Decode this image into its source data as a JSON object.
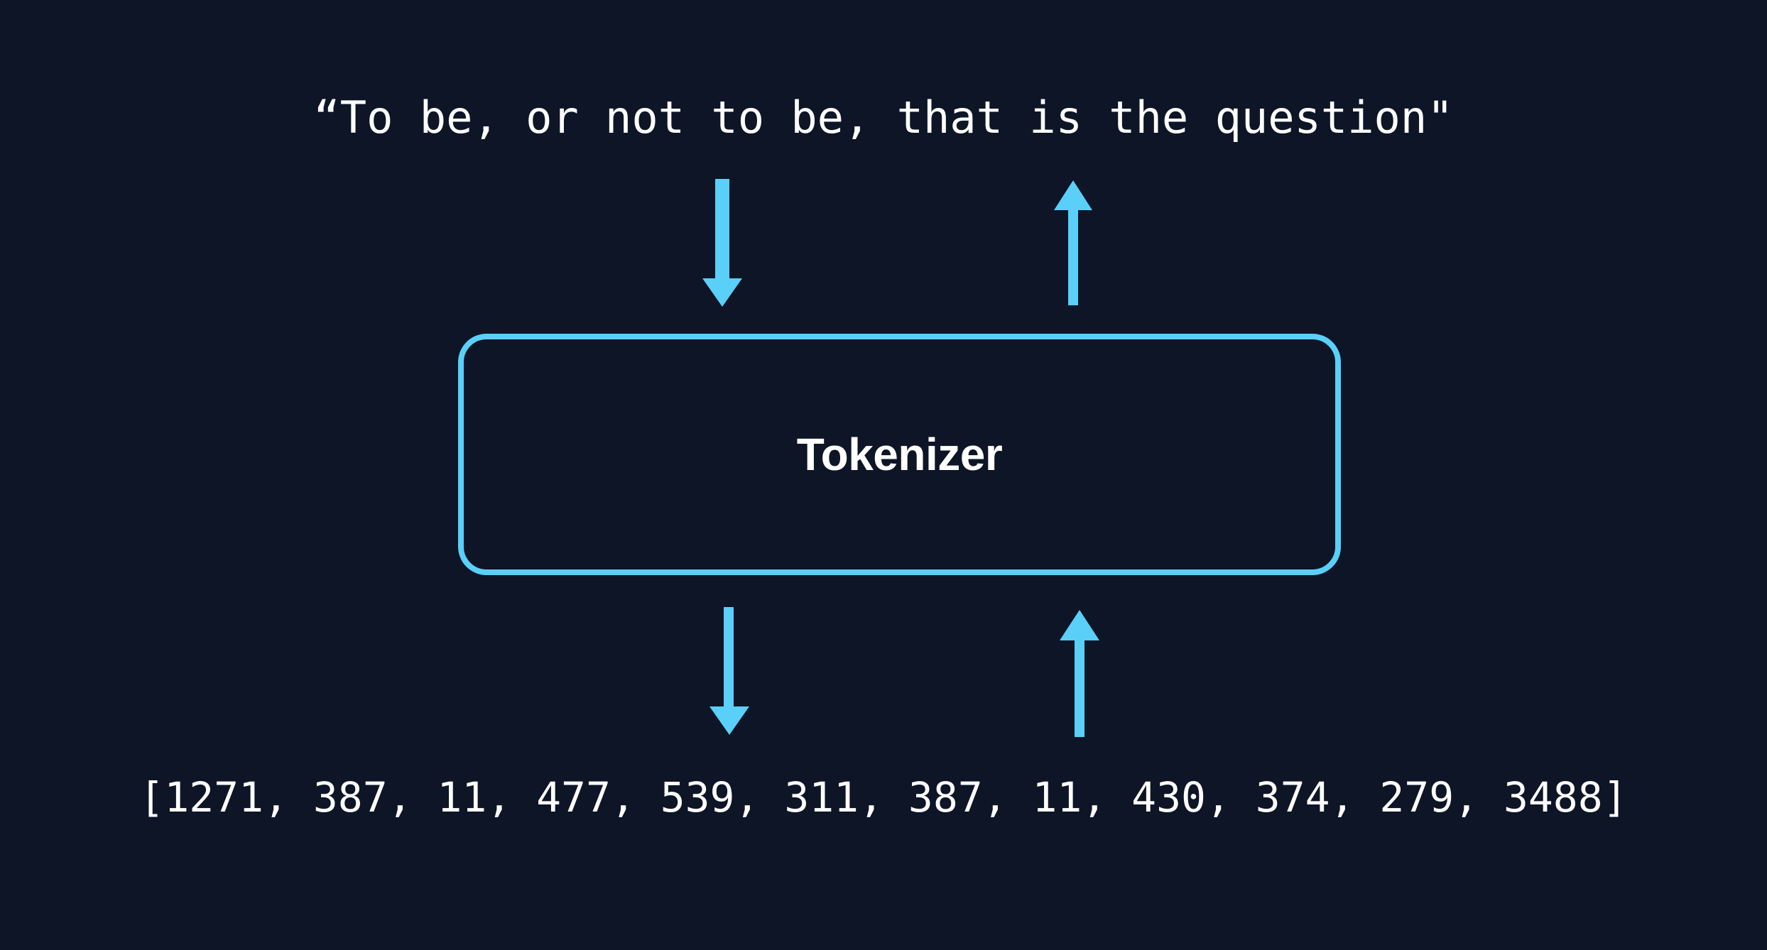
{
  "diagram": {
    "title": "Tokenizer",
    "background_color": "#0d1526",
    "accent_color": "#5ACFF8",
    "text_color": "#ffffff",
    "input_text": "“To be, or not to be, that is the question\"",
    "output_tokens_text": "[1271, 387, 11, 477, 539, 311, 387, 11, 430, 374, 279, 3488]",
    "token_ids": [
      1271,
      387,
      11,
      477,
      539,
      311,
      387,
      11,
      430,
      374,
      279,
      3488
    ],
    "box": {
      "label": "Tokenizer",
      "border_color": "#5ACFF8"
    },
    "arrows": [
      {
        "name": "encode-in",
        "direction": "down",
        "region": "top-left",
        "color": "#5ACFF8"
      },
      {
        "name": "decode-out",
        "direction": "up",
        "region": "top-right",
        "color": "#5ACFF8"
      },
      {
        "name": "encode-out",
        "direction": "down",
        "region": "bottom-left",
        "color": "#5ACFF8"
      },
      {
        "name": "decode-in",
        "direction": "up",
        "region": "bottom-right",
        "color": "#5ACFF8"
      }
    ]
  }
}
